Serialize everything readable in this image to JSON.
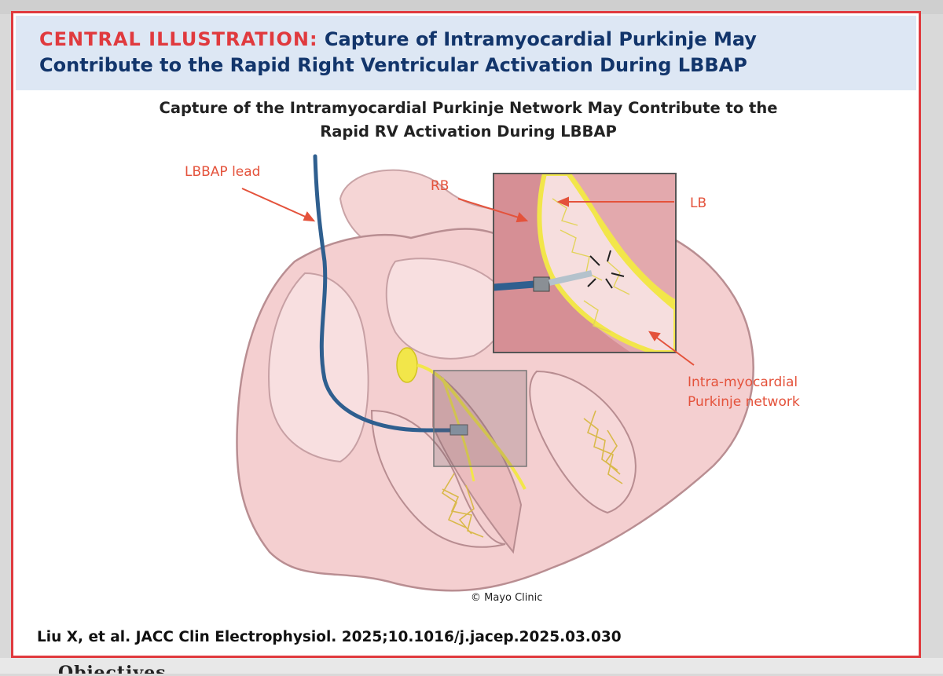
{
  "banner": {
    "label": "CENTRAL ILLUSTRATION:",
    "title_line1": "Capture of Intramyocardial Purkinje May",
    "title_line2": "Contribute to the Rapid Right Ventricular Activation During LBBAP"
  },
  "figure": {
    "title_line1": "Capture of the Intramyocardial Purkinje Network May Contribute to the",
    "title_line2": "Rapid RV Activation During LBBAP",
    "labels": {
      "lead": "LBBAP lead",
      "rb": "RB",
      "lb": "LB",
      "purkinje_line1": "Intra-myocardial",
      "purkinje_line2": "Purkinje network"
    },
    "copyright": "© Mayo Clinic"
  },
  "citation": "Liu X, et al. JACC Clin Electrophysiol. 2025;10.1016/j.jacep.2025.03.030",
  "background_text": "Objectives",
  "colors": {
    "frame": "#e03a3e",
    "banner_bg": "#dde7f4",
    "banner_title": "#12356b",
    "label": "#e4523b",
    "myocardium": "#f1c9ca",
    "conduction": "#f2e64a",
    "lead": "#2f5f8f"
  }
}
